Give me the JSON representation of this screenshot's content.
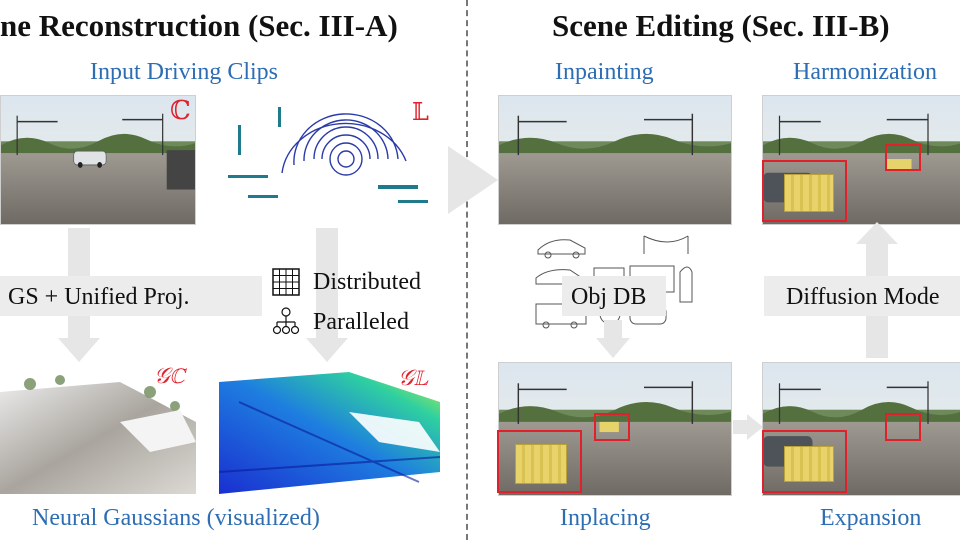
{
  "left_panel": {
    "title": "ne Reconstruction (Sec. III-A)",
    "input_label": "Input Driving Clips",
    "camera_symbol": "ℂ",
    "lidar_symbol": "𝕃",
    "method_label": "GS + Unified Proj.",
    "features": [
      "Distributed",
      "Paralleled"
    ],
    "gaussian_camera_symbol": "𝒢ℂ",
    "gaussian_lidar_symbol": "𝒢𝕃",
    "output_label": "Neural Gaussians (visualized)"
  },
  "right_panel": {
    "title": "Scene Editing (Sec. III-B)",
    "inpainting_label": "Inpainting",
    "harmonization_label": "Harmonization",
    "obj_db_label": "Obj DB",
    "diffusion_label": "Diffusion Mode",
    "inplacing_label": "Inplacing",
    "expansion_label": "Expansion"
  },
  "colors": {
    "accent_blue": "#2d6db3",
    "highlight_red": "#e0202a",
    "divider": "#777777"
  }
}
